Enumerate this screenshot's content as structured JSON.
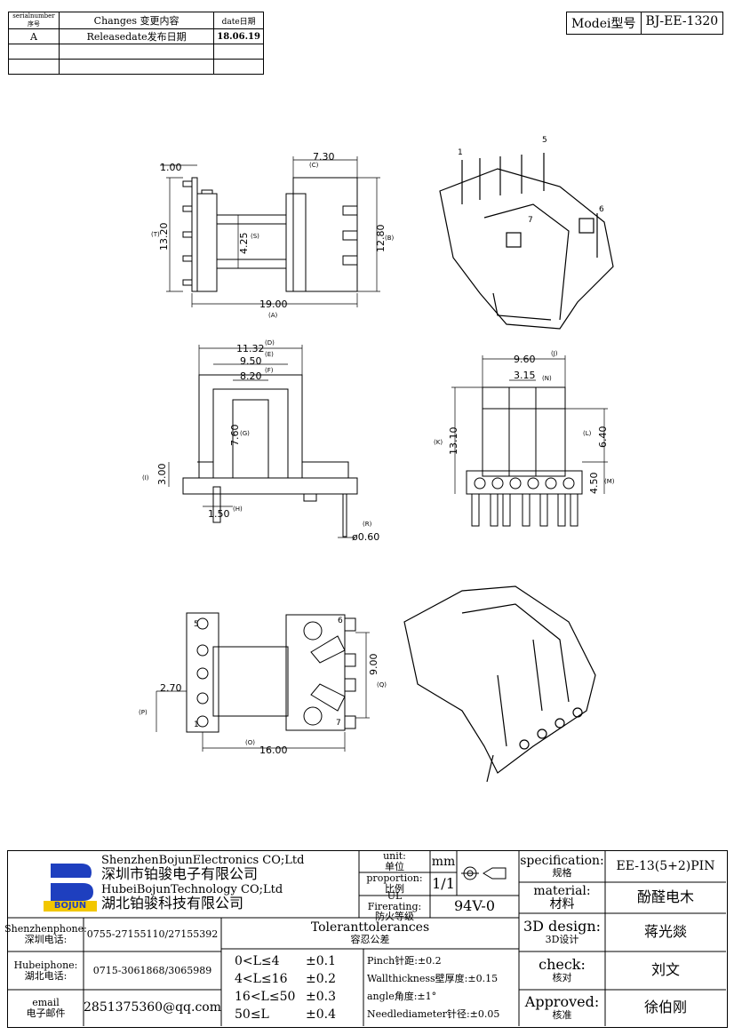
{
  "revision": {
    "headers": {
      "serial": "serialnumber序号",
      "changes": "Changes 变更内容",
      "date": "date日期"
    },
    "rows": [
      {
        "serial": "A",
        "changes": "Releasedate发布日期",
        "date": "18.06.19"
      }
    ]
  },
  "model": {
    "label": "Modei型号",
    "value": "BJ-EE-1320"
  },
  "drawing": {
    "dims": {
      "d_1_00": "1.00",
      "d_7_30": "7.30",
      "d_13_20": "13.20",
      "d_4_25": "4.25",
      "d_12_80": "12.80",
      "d_19_00": "19.00",
      "d_11_32": "11.32",
      "d_9_50": "9.50",
      "d_8_20": "8.20",
      "d_7_60": "7.60",
      "d_3_00": "3.00",
      "d_1_50": "1.50",
      "d_0_60": "ø0.60",
      "d_9_60": "9.60",
      "d_3_15": "3.15",
      "d_13_10": "13.10",
      "d_6_40": "6.40",
      "d_4_50": "4.50",
      "d_2_70": "2.70",
      "d_9_00": "9.00",
      "d_16_00": "16.00"
    },
    "letters": {
      "A": "(A)",
      "B": "(B)",
      "C": "(C)",
      "D": "(D)",
      "E": "(E)",
      "F": "(F)",
      "G": "(G)",
      "H": "(H)",
      "I": "(I)",
      "J": "(J)",
      "K": "(K)",
      "L": "(L)",
      "M": "(M)",
      "N": "(N)",
      "O": "(O)",
      "P": "(P)",
      "Q": "(Q)",
      "R": "(R)",
      "S": "(S)",
      "T": "(T)"
    },
    "pins": {
      "p1": "1",
      "p5": "5",
      "p6": "6",
      "p7": "7"
    }
  },
  "title_block": {
    "company_en_1": "ShenzhenBojunElectronics CO;Ltd",
    "company_cn_1": "深圳市铂骏电子有限公司",
    "company_en_2": "HubeiBojunTechnology CO;Ltd",
    "company_cn_2": "湖北铂骏科技有限公司",
    "logo_text": "BOJUN",
    "unit_label_en": "unit:",
    "unit_label_cn": "单位",
    "unit_value": "mm",
    "proportion_label_en": "proportion:",
    "proportion_label_cn": "比例",
    "proportion_value": "1/1",
    "ul_label_en": "UL Firerating:",
    "ul_label_cn": "防火等级",
    "ul_value": "94V-0",
    "spec_label_en": "specification:",
    "spec_label_cn": "规格",
    "spec_value": "EE-13(5+2)PIN",
    "material_label_en": "material:",
    "material_label_cn": "材料",
    "material_value": "酚醛电木",
    "design_label_en": "3D design:",
    "design_label_cn": "3D设计",
    "design_value": "蒋光燚",
    "check_label_en": "check:",
    "check_label_cn": "核对",
    "check_value": "刘文",
    "approved_label_en": "Approved:",
    "approved_label_cn": "核准",
    "approved_value": "徐伯刚",
    "contacts": [
      {
        "label_en": "Shenzhenphone:",
        "label_cn": "深圳电话:",
        "value": "0755-27155110/27155392"
      },
      {
        "label_en": "Hubeiphone:",
        "label_cn": "湖北电话:",
        "value": "0715-3061868/3065989"
      },
      {
        "label_en": "email",
        "label_cn": "电子邮件",
        "value": "2851375360@qq.com"
      }
    ],
    "tol_title_en": "Toleranttolerances",
    "tol_title_cn": "容忍公差",
    "tolerances": [
      {
        "range": "0<L≤4",
        "value": "±0.1"
      },
      {
        "range": "4<L≤16",
        "value": "±0.2"
      },
      {
        "range": "16<L≤50",
        "value": "±0.3"
      },
      {
        "range": "50≤L",
        "value": "±0.4"
      }
    ],
    "notes": [
      "Pinch针距:±0.2",
      "Wallthickness壁厚度:±0.15",
      "angle角度:±1°",
      "Needlediameter针径:±0.05"
    ]
  }
}
